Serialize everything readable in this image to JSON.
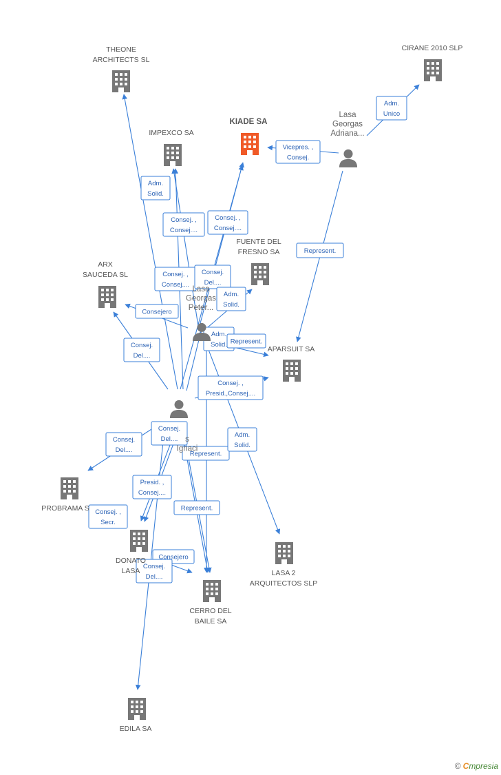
{
  "colors": {
    "edge": "#3a7fd8",
    "company": "#777777",
    "focus_company": "#f05a28",
    "person": "#777777"
  },
  "companies": [
    {
      "id": "theone",
      "lines": [
        "THEONE",
        "ARCHITECTS SL"
      ],
      "focus": false
    },
    {
      "id": "cirane",
      "lines": [
        "CIRANE 2010 SLP"
      ],
      "focus": false
    },
    {
      "id": "impexco",
      "lines": [
        "IMPEXCO SA"
      ],
      "focus": false
    },
    {
      "id": "kiade",
      "lines": [
        "KIADE SA"
      ],
      "focus": true
    },
    {
      "id": "fuente",
      "lines": [
        "FUENTE DEL",
        "FRESNO SA"
      ],
      "focus": false
    },
    {
      "id": "arx",
      "lines": [
        "ARX",
        "SAUCEDA  SL"
      ],
      "focus": false
    },
    {
      "id": "aparsuit",
      "lines": [
        "APARSUIT SA"
      ],
      "focus": false
    },
    {
      "id": "probrama",
      "lines": [
        "PROBRAMA S"
      ],
      "focus": false
    },
    {
      "id": "donato",
      "lines": [
        "DONATO",
        "LASA"
      ],
      "focus": false
    },
    {
      "id": "lasa2",
      "lines": [
        "LASA 2",
        "ARQUITECTOS SLP"
      ],
      "focus": false
    },
    {
      "id": "cerro",
      "lines": [
        "CERRO DEL",
        "BAILE SA"
      ],
      "focus": false
    },
    {
      "id": "edila",
      "lines": [
        "EDILA SA"
      ],
      "focus": false
    }
  ],
  "persons": [
    {
      "id": "adriana",
      "lines": [
        "Lasa",
        "Georgas",
        "Adriana..."
      ]
    },
    {
      "id": "peter",
      "lines": [
        "Lasa",
        "Georgas",
        "Peter..."
      ]
    },
    {
      "id": "ignacio",
      "lines": [
        "s",
        "Ignaci"
      ]
    }
  ],
  "edges": [
    {
      "label": [
        "Adm.",
        "Unico"
      ]
    },
    {
      "label": [
        "Vicepres. ,",
        "Consej."
      ]
    },
    {
      "label": [
        "Represent."
      ]
    },
    {
      "label": [
        "Adm.",
        "Solid."
      ]
    },
    {
      "label": [
        "Consej. ,",
        "Consej...."
      ]
    },
    {
      "label": [
        "Consej. ,",
        "Consej...."
      ]
    },
    {
      "label": [
        "Consej. ,",
        "Consej...."
      ]
    },
    {
      "label": [
        "Consej.",
        "Del...."
      ]
    },
    {
      "label": [
        "Adm.",
        "Solid."
      ]
    },
    {
      "label": [
        "Consejero"
      ]
    },
    {
      "label": [
        "Consej.",
        "Del...."
      ]
    },
    {
      "label": [
        "Adm.",
        "Solid."
      ]
    },
    {
      "label": [
        "Represent."
      ]
    },
    {
      "label": [
        "Consej. ,",
        "Presid.,Consej...."
      ]
    },
    {
      "label": [
        "Consej.",
        "Del...."
      ]
    },
    {
      "label": [
        "Consej.",
        "Del...."
      ]
    },
    {
      "label": [
        "Represent."
      ]
    },
    {
      "label": [
        "Adm.",
        "Solid."
      ]
    },
    {
      "label": [
        "Presid. ,",
        "Consej...."
      ]
    },
    {
      "label": [
        "Consej. ,",
        "Secr."
      ]
    },
    {
      "label": [
        "Represent."
      ]
    },
    {
      "label": [
        "Consejero"
      ]
    },
    {
      "label": [
        "Consej.",
        "Del...."
      ]
    }
  ],
  "footer": {
    "copyright": "©",
    "brand_first": "C",
    "brand_rest": "mpresia"
  }
}
